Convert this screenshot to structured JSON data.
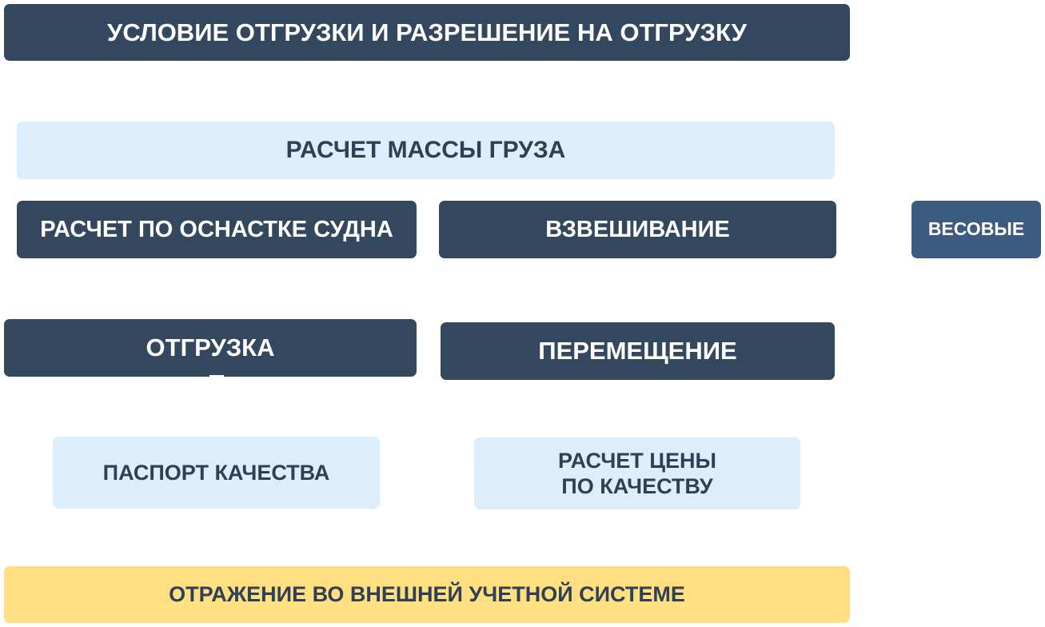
{
  "diagram": {
    "header": "УСЛОВИЕ ОТГРУЗКИ И РАЗРЕШЕНИЕ НА ОТГРУЗКУ",
    "mass_calc": "РАСЧЕТ МАССЫ ГРУЗА",
    "rigging_calc": "РАСЧЕТ ПО ОСНАСТКЕ СУДНА",
    "weighing": "ВЗВЕШИВАНИЕ",
    "scales": "ВЕСОВЫЕ",
    "shipment": "ОТГРУЗКА",
    "movement": "ПЕРЕМЕЩЕНИЕ",
    "quality_passport": "ПАСПОРТ КАЧЕСТВА",
    "price_calc": {
      "line1": "РАСЧЕТ ЦЕНЫ",
      "line2": "ПО КАЧЕСТВУ"
    },
    "external_system": "ОТРАЖЕНИЕ ВО ВНЕШНЕЙ УЧЕТНОЙ СИСТЕМЕ"
  },
  "colors": {
    "dark_box": "#33475f",
    "mid_box": "#3b5b80",
    "light_box": "#dcedfb",
    "yellow_box": "#ffdf80",
    "dark_text": "#2f3f55"
  }
}
